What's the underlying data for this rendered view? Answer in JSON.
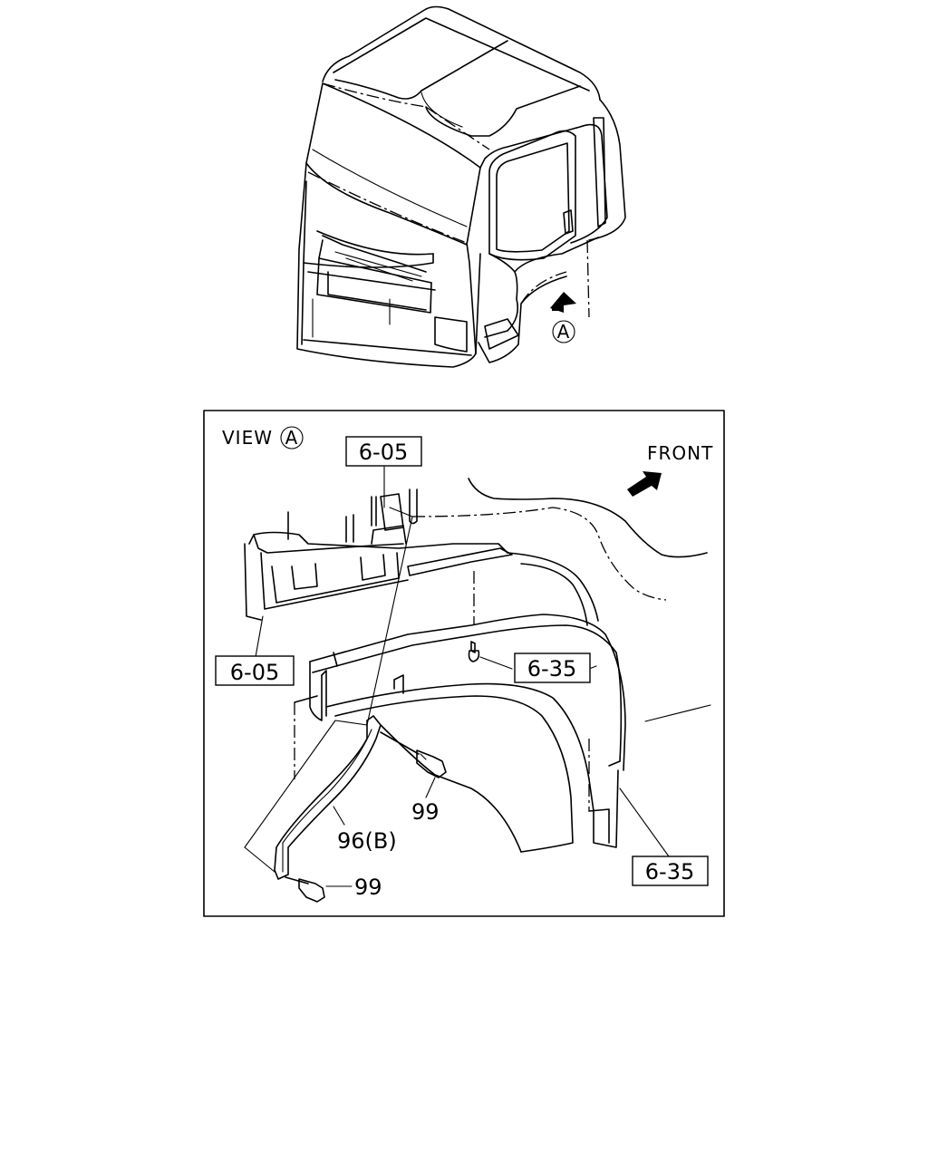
{
  "upper_view": {
    "view_marker": "A"
  },
  "detail_view": {
    "title_prefix": "VIEW",
    "title_marker": "A",
    "direction_label": "FRONT",
    "callouts": {
      "ref_6_05_top": "6-05",
      "ref_6_05_left": "6-05",
      "ref_6_35_mid": "6-35",
      "ref_6_35_bottom": "6-35",
      "part_99_upper": "99",
      "part_99_lower": "99",
      "part_96b": "96(B)"
    }
  },
  "icons": {
    "view_arrow": "solid-arrow-icon",
    "front_arrow": "solid-arrow-icon"
  },
  "colors": {
    "line": "#000000",
    "background": "#ffffff"
  }
}
